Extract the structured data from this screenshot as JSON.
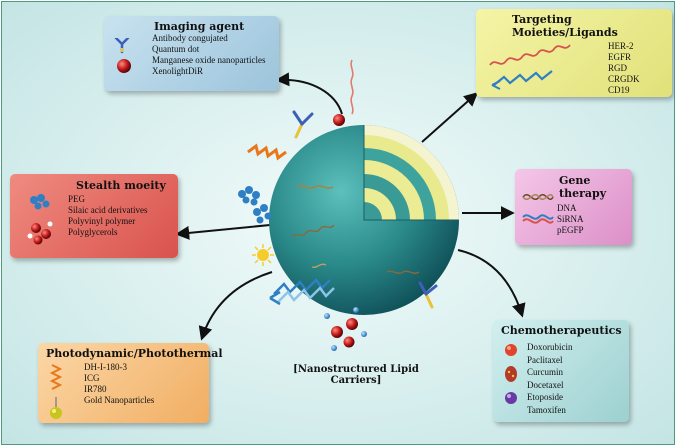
{
  "imaging": {
    "title": "Imaging agent",
    "items": [
      "Antibody congujated",
      "Quantum dot",
      "Manganese oxide nanoparticles",
      "XenolightDiR"
    ]
  },
  "targeting": {
    "title": "Targeting Moieties/Ligands",
    "items": [
      "HER-2",
      "EGFR",
      "RGD",
      "CRGDK",
      "CD19"
    ]
  },
  "stealth": {
    "title": "Stealth moeity",
    "items": [
      "PEG",
      "Silaic acid derivatives",
      "Polyvinyl polymer",
      "Polyglycerols"
    ]
  },
  "gene": {
    "title": "Gene therapy",
    "items": [
      "DNA",
      "SiRNA",
      "pEGFP"
    ]
  },
  "photo": {
    "title": "Photodynamic/Photothermal",
    "items": [
      "DH-I-180-3",
      "ICG",
      "IR780",
      "Gold Nanoparticles"
    ]
  },
  "chemo": {
    "title": "Chemotherapeutics",
    "items": [
      "Doxorubicin",
      "Paclitaxel",
      "Curcumin",
      "Docetaxel",
      "Etoposide",
      "Tamoxifen"
    ]
  },
  "center": {
    "label": "[Nanostructured Lipid Carriers]"
  },
  "colors": {
    "sphere": "#2d8f8f",
    "layer_yellow": "#ecec94",
    "layer_teal": "#3fa39d",
    "arrow": "#111111",
    "frame": "#4e9a7c"
  }
}
